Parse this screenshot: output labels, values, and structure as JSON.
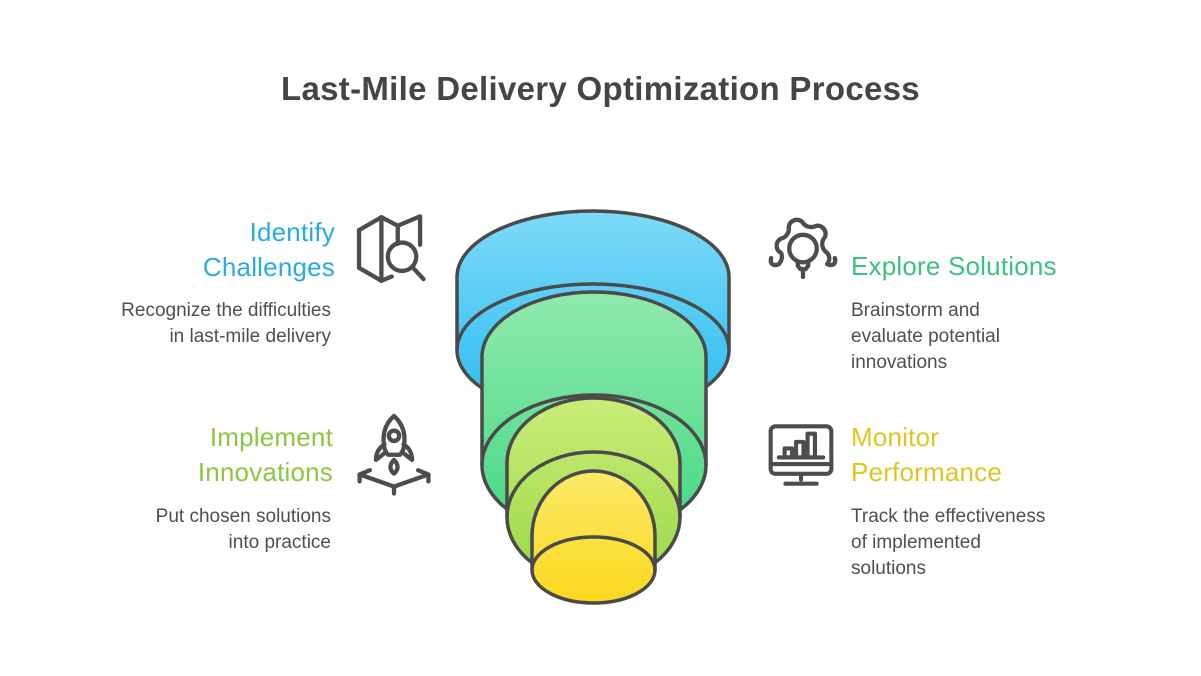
{
  "title": "Last-Mile Delivery Optimization Process",
  "colors": {
    "title_text": "#454545",
    "body_text": "#4F4F4F",
    "icon_stroke": "#4D4D4D",
    "funnel_outline": "#4A4A4A",
    "background": "#FFFFFF"
  },
  "sections": {
    "identify_challenges": {
      "title": "Identify Challenges",
      "description": "Recognize the difficulties in last-mile delivery",
      "accent": "#29ABE2",
      "icon": "map-search-icon"
    },
    "explore_solutions": {
      "title": "Explore Solutions",
      "description": "Brainstorm and evaluate potential innovations",
      "accent": "#3DC17E",
      "icon": "gear-lightbulb-icon"
    },
    "implement_innovations": {
      "title": "Implement Innovations",
      "description": "Put chosen solutions into practice",
      "accent": "#8CC63F",
      "icon": "rocket-launch-icon"
    },
    "monitor_performance": {
      "title": "Monitor Performance",
      "description": "Track the effectiveness of implemented solutions",
      "accent": "#E0C51F",
      "icon": "monitor-chart-icon"
    }
  },
  "funnel": {
    "stages": [
      {
        "order": 1,
        "color_top": "#7EDAF8",
        "color_bottom": "#2ABCF2"
      },
      {
        "order": 2,
        "color_top": "#90E9AE",
        "color_bottom": "#45D884"
      },
      {
        "order": 3,
        "color_top": "#CBED78",
        "color_bottom": "#9BD848"
      },
      {
        "order": 4,
        "color_top": "#FBE968",
        "color_bottom": "#FBD91E"
      }
    ]
  }
}
